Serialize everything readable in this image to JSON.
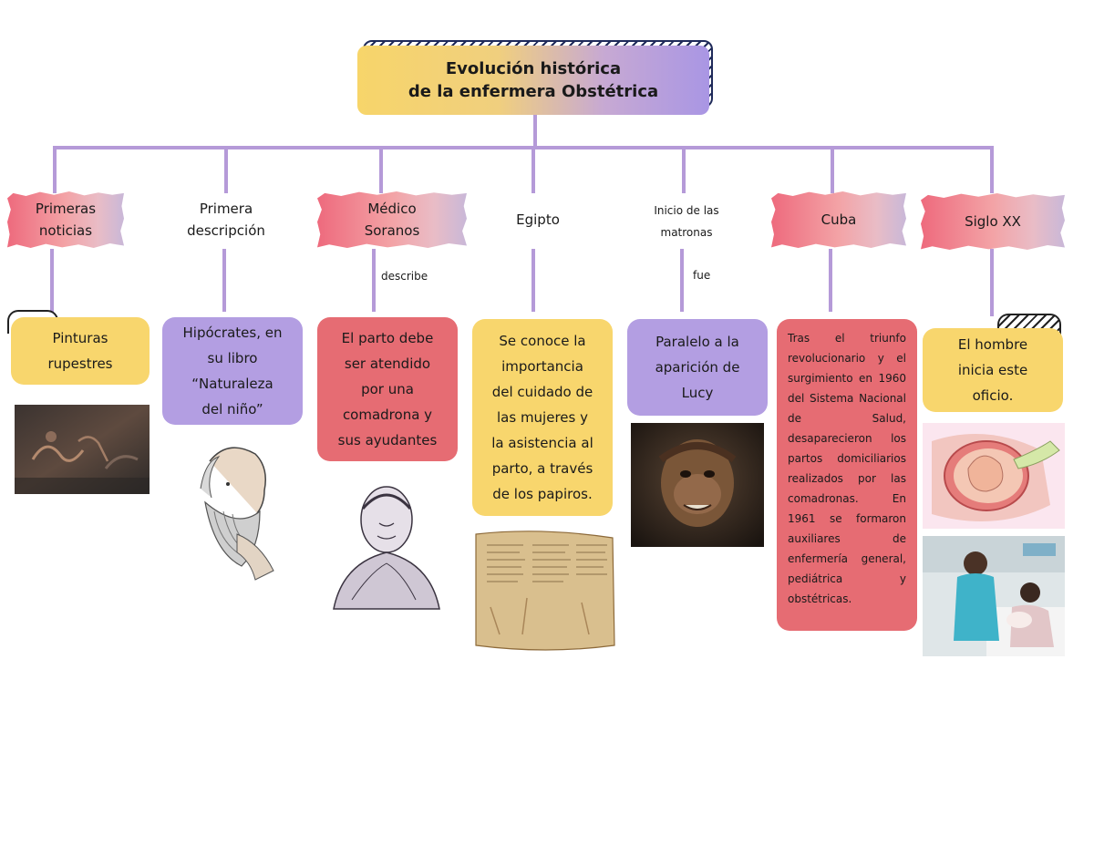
{
  "title": {
    "line1": "Evolución histórica",
    "line2": "de la enfermera Obstétrica"
  },
  "colors": {
    "connector": "#b59ad8",
    "yellow_box": "#f8d66d",
    "purple_box": "#b39ee2",
    "red_box": "#e66c73"
  },
  "branches": [
    {
      "heading_1": "Primeras",
      "heading_2": "noticias",
      "style": "tape",
      "content_1": "Pinturas",
      "content_2": "rupestres",
      "box_color": "yellow",
      "image": "cave-painting-image"
    },
    {
      "heading_1": "Primera",
      "heading_2": "descripción",
      "style": "plain",
      "content_1": "Hipócrates, en",
      "content_2": "su libro",
      "content_3": "“Naturaleza",
      "content_4": "del niño”",
      "box_color": "purple",
      "image": "hippocrates-portrait-image"
    },
    {
      "heading_1": "Médico",
      "heading_2": "Soranos",
      "style": "tape",
      "connector_label": "describe",
      "content_1": "El parto debe",
      "content_2": "ser atendido",
      "content_3": "por una",
      "content_4": "comadrona y",
      "content_5": "sus ayudantes",
      "box_color": "red",
      "image": "soranus-bust-image"
    },
    {
      "heading_1": "Egipto",
      "style": "plain",
      "content_1": "Se conoce la",
      "content_2": "importancia",
      "content_3": "del cuidado de",
      "content_4": "las mujeres y",
      "content_5": "la asistencia al",
      "content_6": "parto, a través",
      "content_7": "de los papiros.",
      "box_color": "yellow",
      "image": "papyrus-scroll-image"
    },
    {
      "heading_1": "Inicio de las",
      "heading_2": "matronas",
      "style": "plain",
      "connector_label": "fue",
      "content_1": "Paralelo a la",
      "content_2": "aparición de",
      "content_3": "Lucy",
      "box_color": "purple",
      "image": "lucy-hominid-image"
    },
    {
      "heading_1": "Cuba",
      "style": "tape",
      "content": "Tras el triunfo revolucionario y el surgimiento en 1960 del Sistema Nacional de Salud, desaparecieron los partos domiciliarios realizados por las comadronas. En 1961 se formaron auxiliares de enfermería general, pediátrica y obstétricas.",
      "box_color": "red"
    },
    {
      "heading_1": "Siglo XX",
      "style": "tape",
      "content_1": "El hombre",
      "content_2": "inicia este",
      "content_3": "oficio.",
      "box_color": "yellow",
      "image": "fetus-diagram-image",
      "image_2": "nurse-with-mother-photo"
    }
  ]
}
